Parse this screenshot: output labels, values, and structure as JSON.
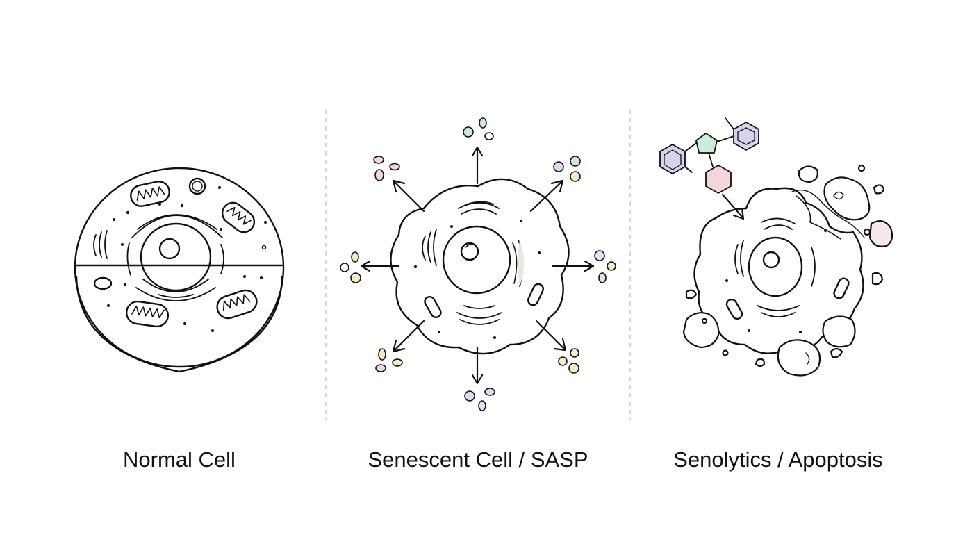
{
  "panels": [
    {
      "id": "normal",
      "label": "Normal Cell"
    },
    {
      "id": "senescent",
      "label": "Senescent Cell / SASP"
    },
    {
      "id": "senolytic",
      "label": "Senolytics / Apoptosis"
    }
  ],
  "colors": {
    "ink": "#111111",
    "divider": "#c8c8c8",
    "sasp_green": "#cfe8d8",
    "sasp_pink": "#f5d6d6",
    "sasp_lavender": "#dcd8f0",
    "sasp_yellow": "#f2ecc6",
    "sasp_blue": "#d4e6f2",
    "drug_lavender": "#d9d2ef",
    "drug_green": "#cdebd6",
    "drug_pink": "#f4d5d8"
  }
}
